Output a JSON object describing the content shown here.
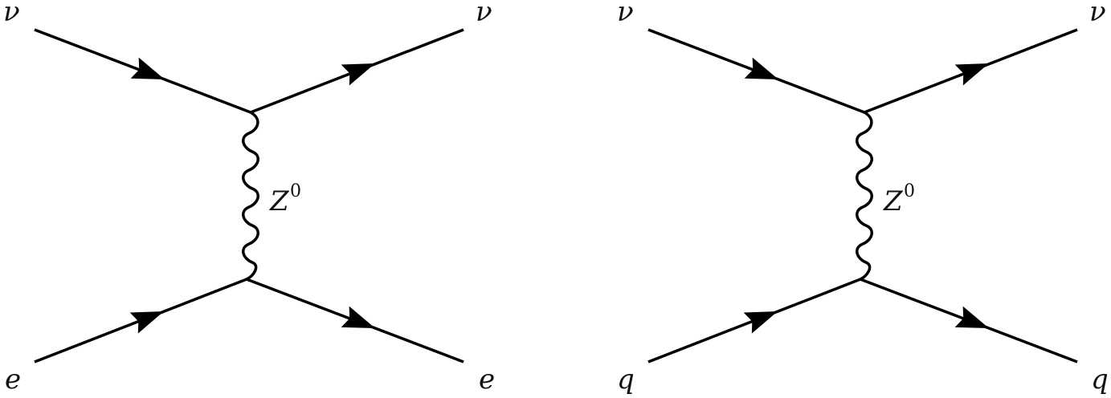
{
  "diagrams": [
    {
      "labels": {
        "top_left": "ν",
        "top_right": "ν",
        "bottom_left": "e",
        "bottom_right": "e",
        "propagator": "Z",
        "propagator_superscript": "0"
      }
    },
    {
      "labels": {
        "top_left": "ν",
        "top_right": "ν",
        "bottom_left": "q",
        "bottom_right": "q",
        "propagator": "Z",
        "propagator_superscript": "0"
      }
    }
  ]
}
